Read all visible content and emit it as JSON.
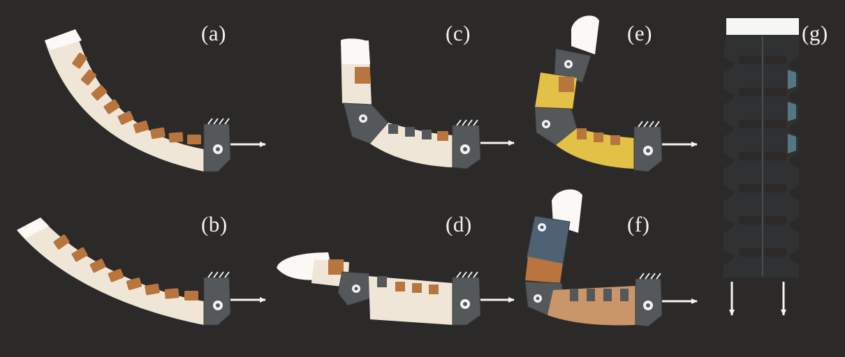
{
  "figure": {
    "panels": [
      {
        "id": "a",
        "label": "(a)"
      },
      {
        "id": "b",
        "label": "(b)"
      },
      {
        "id": "c",
        "label": "(c)"
      },
      {
        "id": "d",
        "label": "(d)"
      },
      {
        "id": "e",
        "label": "(e)"
      },
      {
        "id": "f",
        "label": "(f)"
      },
      {
        "id": "g",
        "label": "(g)"
      }
    ],
    "colors": {
      "background": "#2b2a28",
      "finger_body": "#efe6d8",
      "tendon_tabs": "#b8753e",
      "joint_plate": "#55585a",
      "yellow_body": "#e3c046",
      "tan_body": "#c89669",
      "arrow": "#f4f4f4"
    }
  }
}
